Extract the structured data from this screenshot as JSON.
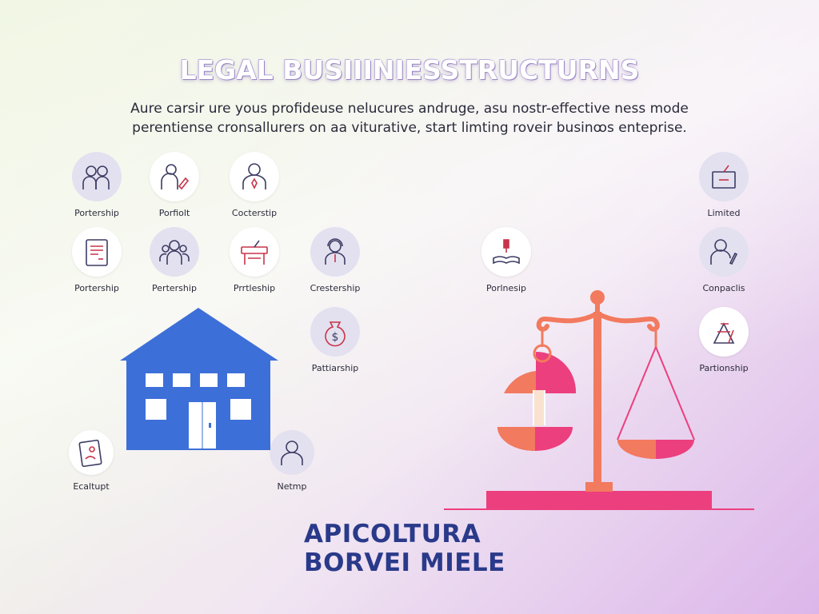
{
  "header": {
    "title": "LEGAL BUSIIINIESSTRUCTURNS",
    "subtitle_line1": "Aure carsir ure yous profideuse nelucures andruge, asu nostr-effective ness mode",
    "subtitle_line2": "perentiense cronsallurers on aa viturative, start limting roveir businꝏs enteprise."
  },
  "icons": [
    {
      "label": "Portership",
      "icon": "two-people-icon"
    },
    {
      "label": "Porfiolt",
      "icon": "person-pencil-icon"
    },
    {
      "label": "Cocterstip",
      "icon": "businessman-icon"
    },
    {
      "label": "Limited",
      "icon": "signboard-icon"
    },
    {
      "label": "Portership",
      "icon": "document-icon"
    },
    {
      "label": "Pertership",
      "icon": "group-icon"
    },
    {
      "label": "Prrtleship",
      "icon": "podium-icon"
    },
    {
      "label": "Crestership",
      "icon": "headset-person-icon"
    },
    {
      "label": "Porlnesip",
      "icon": "gavel-book-icon"
    },
    {
      "label": "Conpaclis",
      "icon": "person-pen-icon"
    },
    {
      "label": "Pattiarship",
      "icon": "money-bag-icon"
    },
    {
      "label": "Partionship",
      "icon": "tools-icon"
    },
    {
      "label": "Ecaltupt",
      "icon": "contract-icon"
    },
    {
      "label": "Netmp",
      "icon": "user-icon"
    }
  ],
  "brand": {
    "line1": "APICOLTURA",
    "line2": "BORVEI MIELE"
  },
  "colors": {
    "house_blue": "#3d6fd8",
    "scale_orange": "#f27a5e",
    "scale_pink": "#ec3f7d",
    "brand_navy": "#2a3a8a",
    "icon_stroke": "#3c3c64",
    "icon_accent": "#c8344a"
  }
}
